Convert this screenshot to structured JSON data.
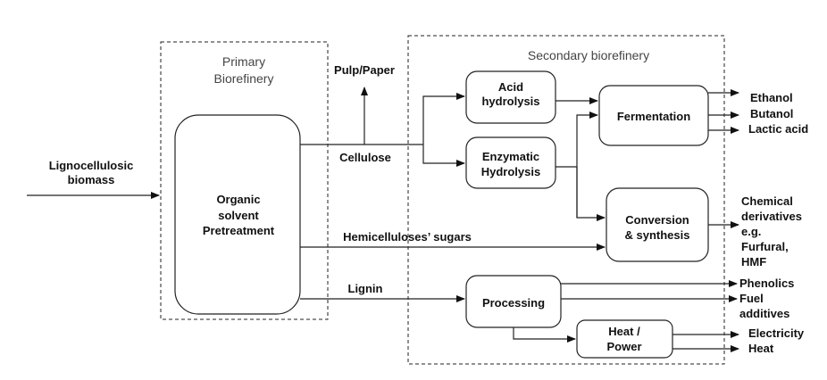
{
  "diagram": {
    "input": {
      "line1": "Lignocellulosic",
      "line2": "biomass"
    },
    "primary": {
      "title_line1": "Primary",
      "title_line2": "Biorefinery",
      "process": {
        "line1": "Organic",
        "line2": "solvent",
        "line3": "Pretreatment"
      }
    },
    "secondary": {
      "title": "Secondary biorefinery",
      "acid": {
        "line1": "Acid",
        "line2": "hydrolysis"
      },
      "enzymatic": {
        "line1": "Enzymatic",
        "line2": "Hydrolysis"
      },
      "fermentation": {
        "label": "Fermentation"
      },
      "conversion": {
        "line1": "Conversion",
        "line2": "& synthesis"
      },
      "processing": {
        "label": "Processing"
      },
      "heatpower": {
        "line1": "Heat /",
        "line2": "Power"
      }
    },
    "streams": {
      "pulp": "Pulp/Paper",
      "cellulose": "Cellulose",
      "hemicellulose": "Hemicelluloses’ sugars",
      "lignin": "Lignin"
    },
    "outputs": {
      "ethanol": "Ethanol",
      "butanol": "Butanol",
      "lactic": "Lactic acid",
      "chemical": [
        "Chemical",
        "derivatives",
        "e.g.",
        "Furfural,",
        "HMF"
      ],
      "phenolics": "Phenolics",
      "fuel": [
        "Fuel",
        "additives"
      ],
      "electricity": "Electricity",
      "heat": "Heat"
    }
  }
}
